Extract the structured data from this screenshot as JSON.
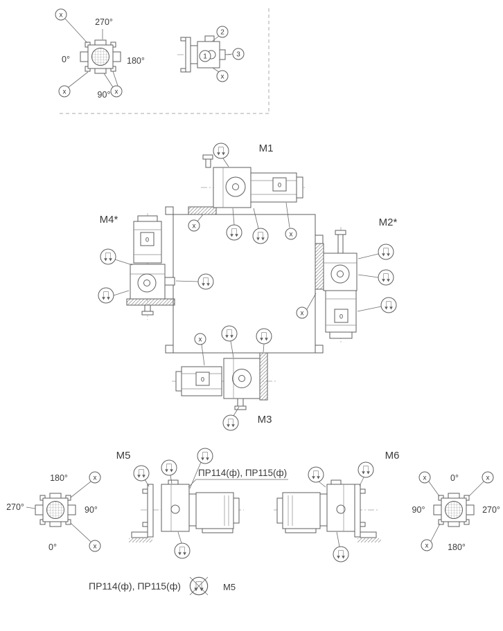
{
  "markers": {
    "x": "x"
  },
  "overview": {
    "compass": {
      "top": "270°",
      "left": "0°",
      "right": "180°",
      "bottom": "90°"
    },
    "side_view": {
      "pos1": "1",
      "pos2": "2",
      "pos3": "3"
    }
  },
  "main_view": {
    "m1": "M1",
    "m2": "M2*",
    "m3": "M3",
    "m4": "M4*",
    "terminal_box": "0"
  },
  "bottom_view": {
    "m5": "M5",
    "m6": "M6",
    "callout": "ПР114(ф), ПР115(ф)",
    "compass_left": {
      "top": "180°",
      "left": "270°",
      "right": "90°",
      "bottom": "0°"
    },
    "compass_right": {
      "top": "0°",
      "left": "90°",
      "right": "270°",
      "bottom": "180°"
    }
  },
  "legend": {
    "text": "ПР114(ф), ПР115(ф)",
    "m5": "M5"
  }
}
